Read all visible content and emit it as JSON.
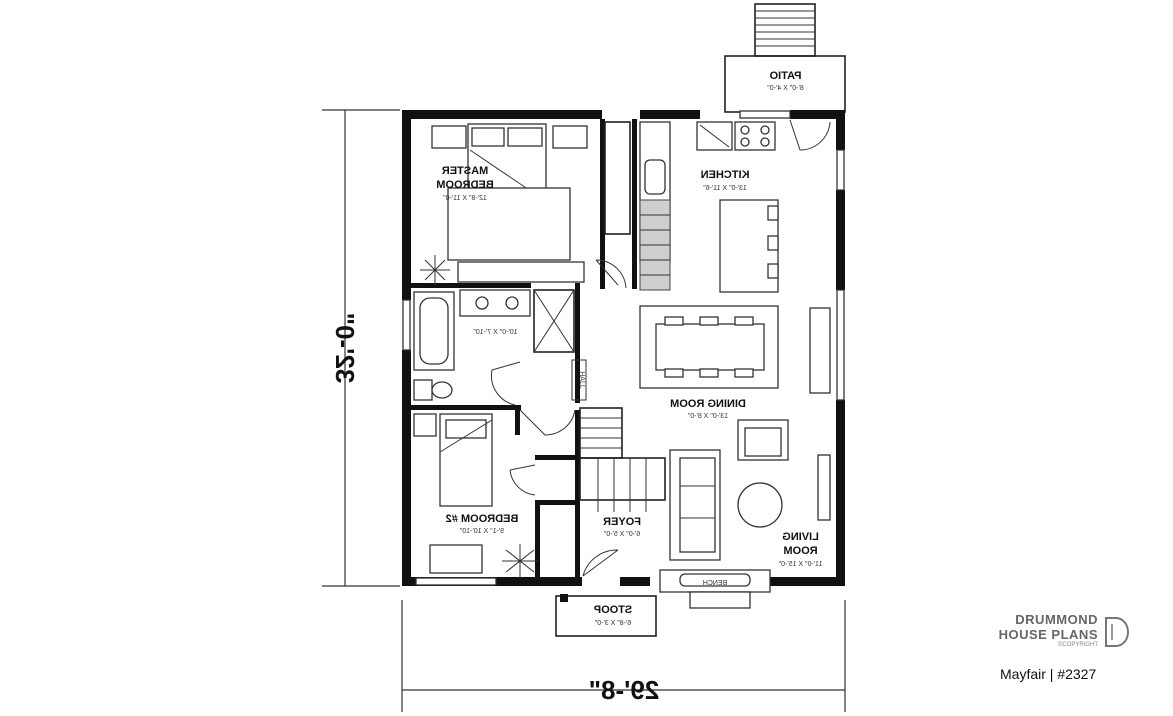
{
  "rooms": {
    "patio": {
      "name": "PATIO",
      "size": "8'-0\" X 4'-0\""
    },
    "master": {
      "name_line1": "MASTER",
      "name_line2": "BEDROOM",
      "size": "12'-8\" X 11'-0\""
    },
    "kitchen": {
      "name": "KITCHEN",
      "size": "13'-0\" X 11'-6\""
    },
    "bath": {
      "size": "10'-0\" X 7'-10\""
    },
    "dining": {
      "name": "DINING ROOM",
      "size": "13'-0\" X 8'-0\""
    },
    "bedroom2": {
      "name": "BEDROOM #2",
      "size": "9'-1\" X 10'-10\""
    },
    "foyer": {
      "name": "FOYER",
      "size": "6'-0\" X 5'-0\""
    },
    "living": {
      "name_line1": "LIVING",
      "name_line2": "ROOM",
      "size": "11'-0\" X 15'-0\""
    },
    "stoop": {
      "name": "STOOP",
      "size": "6'-8\" X 3'-0\""
    }
  },
  "labels": {
    "hall": "HALL",
    "bench": "BENCH"
  },
  "dimensions": {
    "height": "32'-0\"",
    "width": "29'-8\""
  },
  "brand": {
    "line1": "DRUMMOND",
    "line2": "HOUSE PLANS",
    "copyright": "©COPYRIGHT",
    "plan": "Mayfair | #2327"
  }
}
